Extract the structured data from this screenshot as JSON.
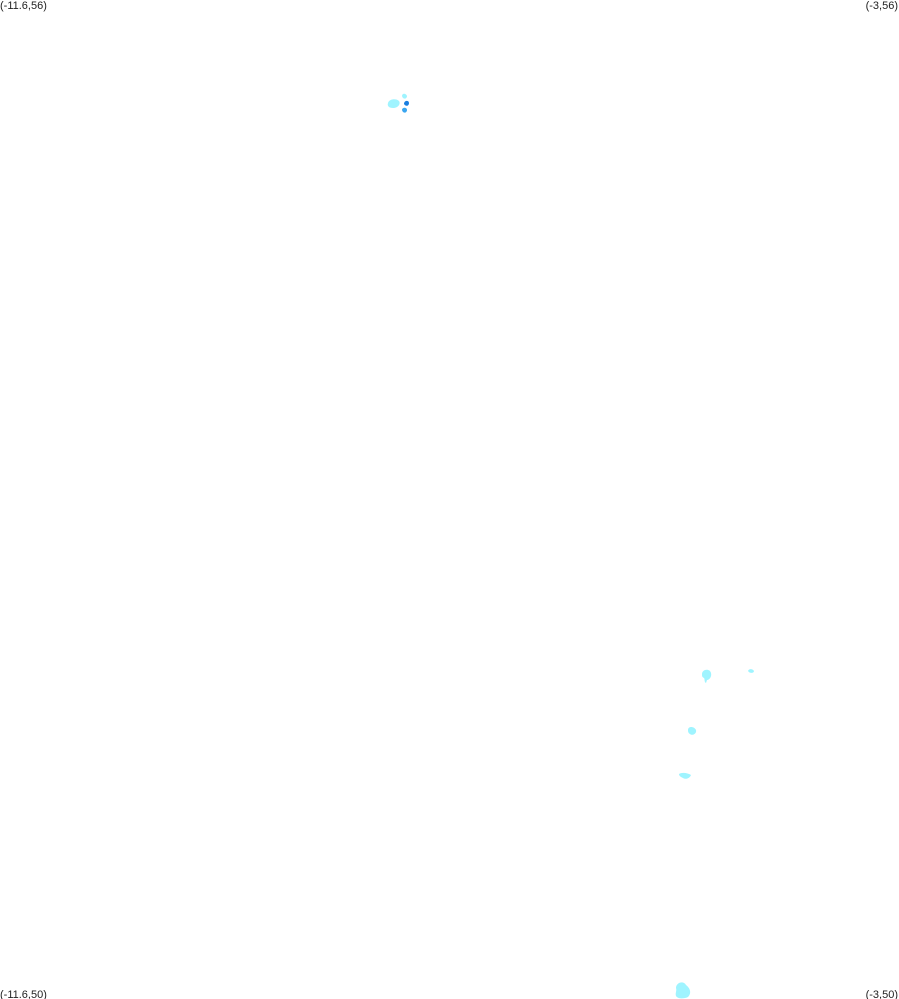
{
  "corner_labels": {
    "top_left": "(-11.6,56)",
    "top_right": "(-3,56)",
    "bottom_left": "(-11.6,50)",
    "bottom_right": "(-3,50)"
  },
  "colors": {
    "background": "#ffffff",
    "light_cyan": "#9ff4ff",
    "medium_blue": "#3aa6f0",
    "dark_blue": "#1a7ee0"
  }
}
